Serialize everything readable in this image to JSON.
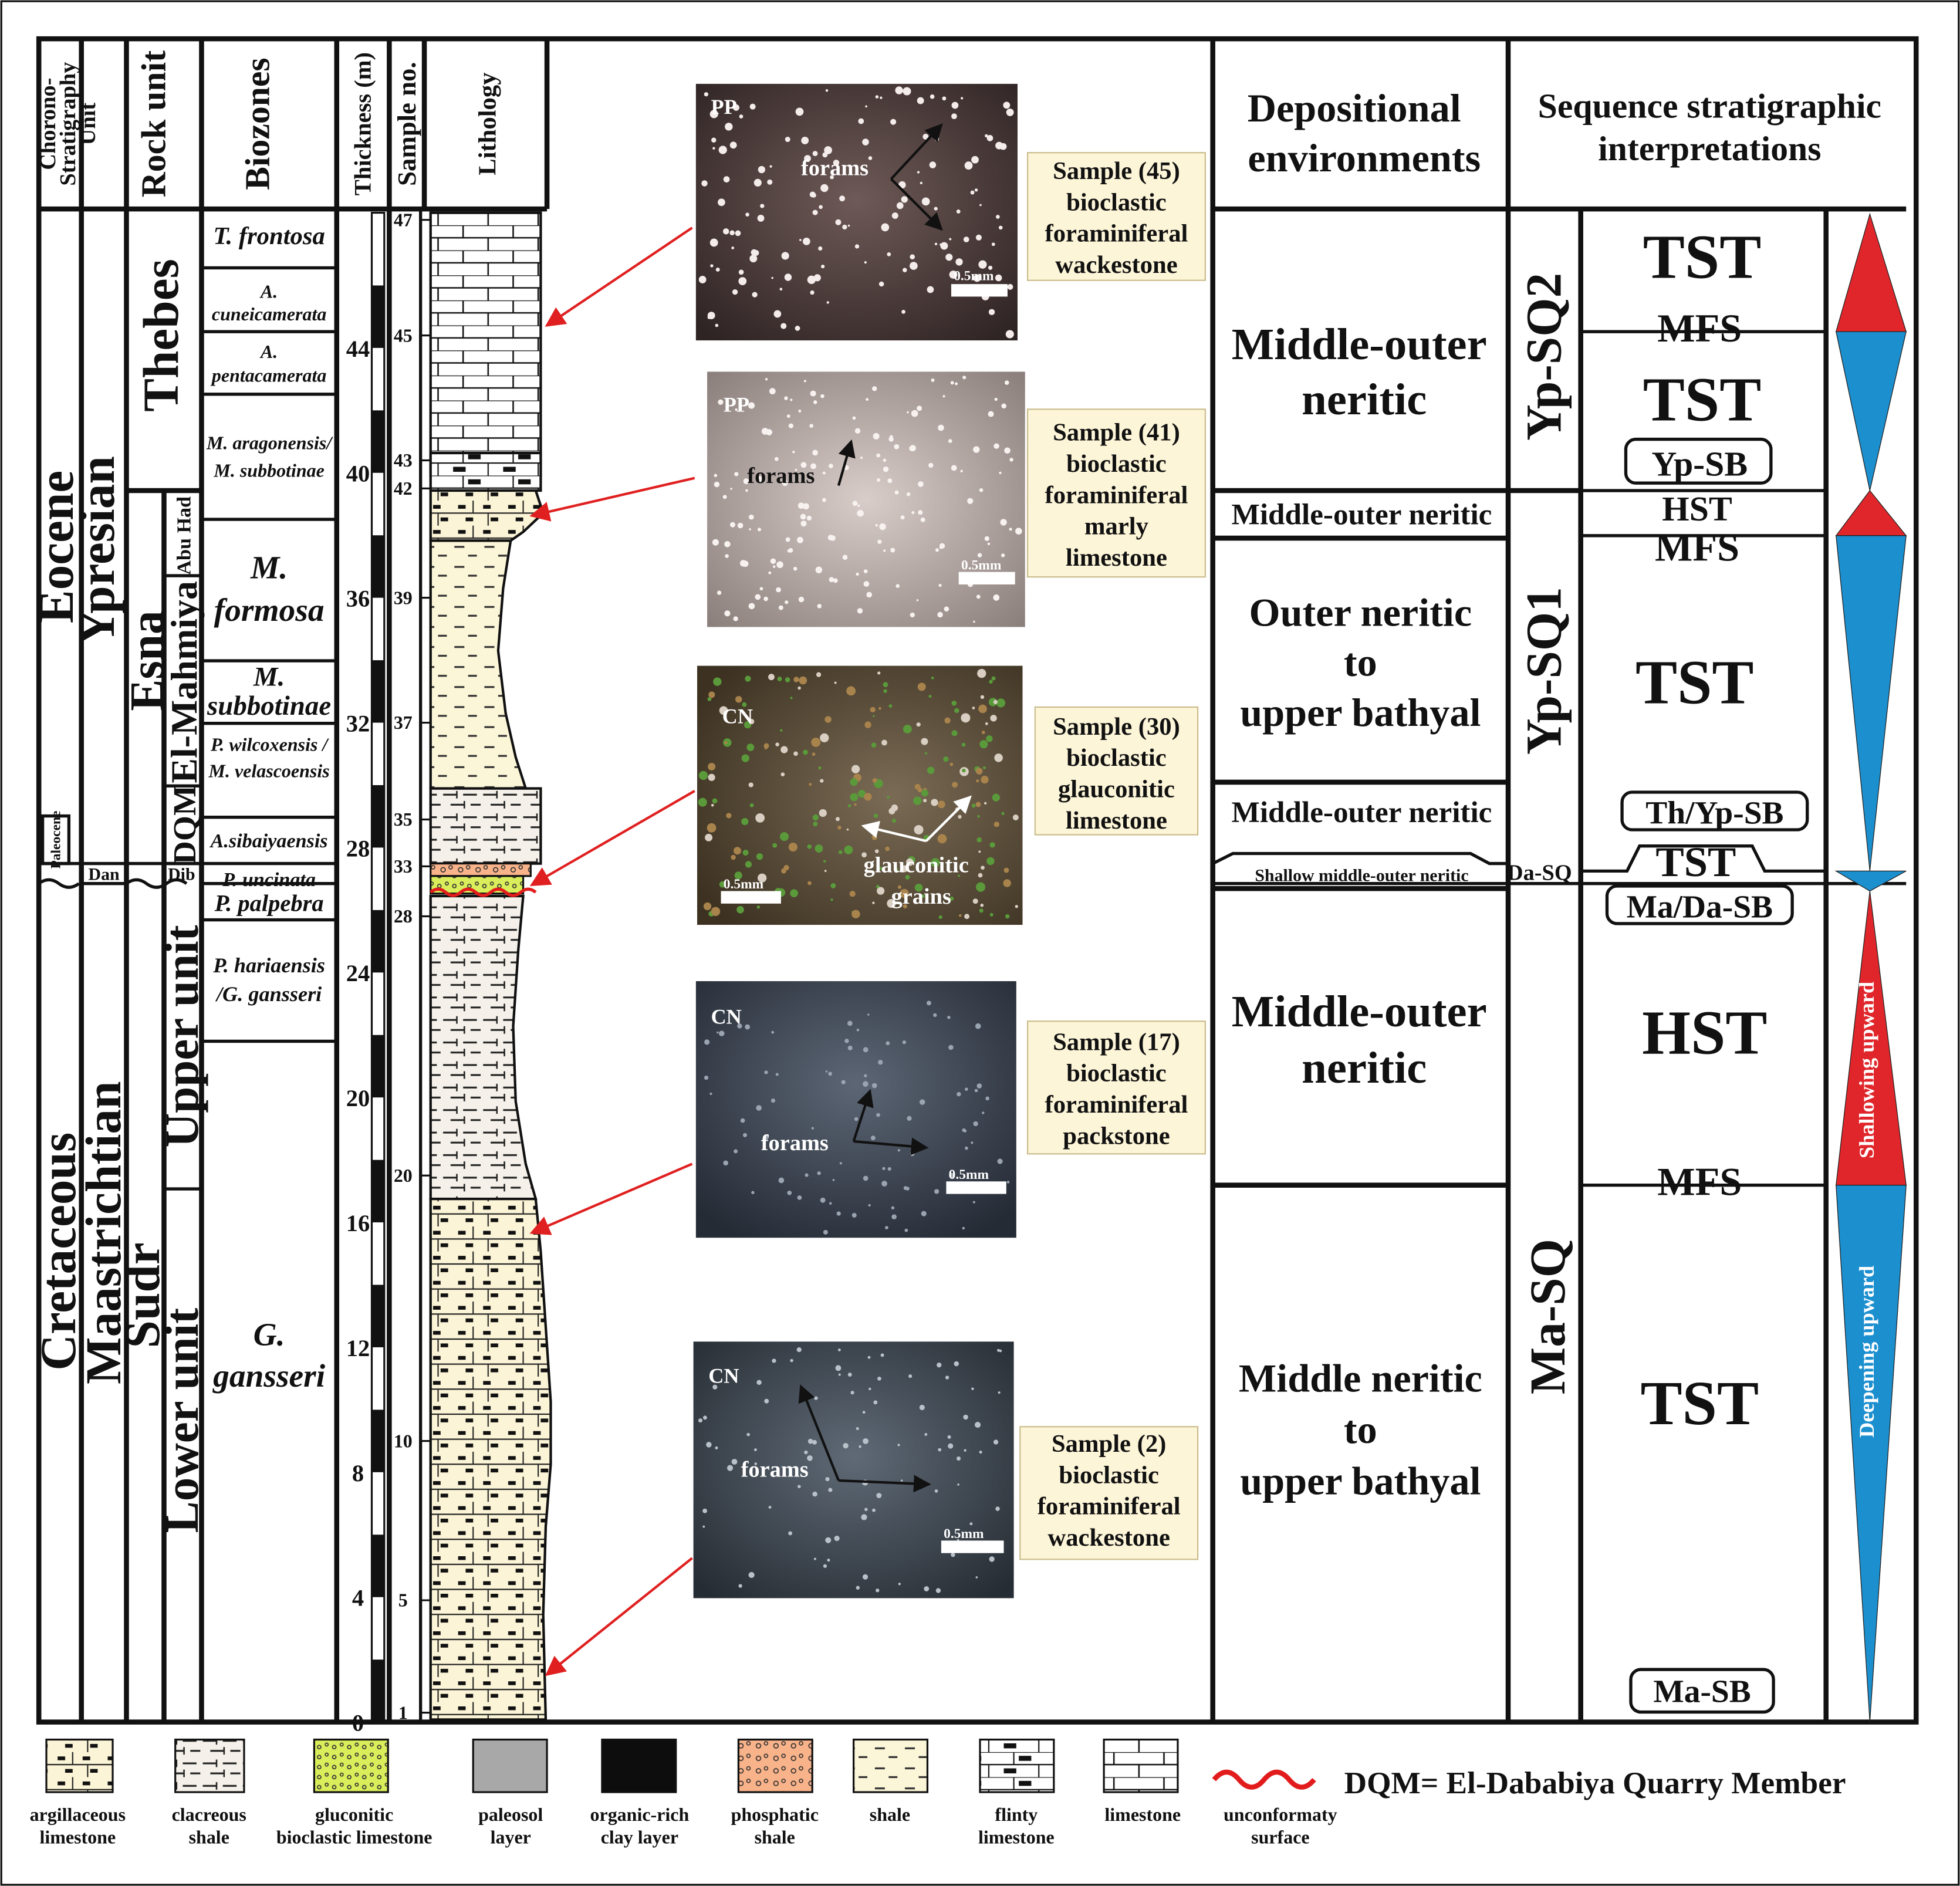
{
  "headers": {
    "chrono_1": "Chorono-",
    "chrono_2": "Stratigraphy",
    "chrono_3": "Unit",
    "rock_unit": "Rock unit",
    "biozones": "Biozones",
    "thickness": "Thickness (m)",
    "sample_no": "Sample no.",
    "lithology": "Lithology",
    "dep_env_1": "Depositional",
    "dep_env_2": "environments",
    "seq_1": "Sequence stratigraphic",
    "seq_2": "interpretations"
  },
  "chrono": {
    "eocene": "Eocene",
    "ypresian": "Ypresian",
    "cretaceous": "Cretaceous",
    "maastrichtian": "Maastrichtian",
    "paleocene": "Paleocene",
    "dan": "Dan",
    "dib": "Dib"
  },
  "rock": {
    "thebes": "Thebes",
    "esna": "Esna",
    "abu_had": "Abu Had",
    "el_mahmiya": "El-Mahmiya",
    "dqm": "DQM",
    "sudr": "Sudr",
    "upper_unit": "Upper unit",
    "lower_unit": "Lower unit"
  },
  "biozones": [
    {
      "line1": "T. frontosa"
    },
    {
      "line1": "A.",
      "line2": "cuneicamerata"
    },
    {
      "line1": "A.",
      "line2": "pentacamerata"
    },
    {
      "line1": "M. aragonensis/",
      "line2": "M. subbotinae"
    },
    {
      "line1": "M.",
      "line2": "formosa"
    },
    {
      "line1": "M.",
      "line2": "subbotinae"
    },
    {
      "line1": "P. wilcoxensis /",
      "line2": "M. velascoensis"
    },
    {
      "line1": "A.sibaiyaensis"
    },
    {
      "line1": "P. uncinata"
    },
    {
      "line1": "P. palpebra"
    },
    {
      "line1": "P. hariaensis",
      "line2": "/G. gansseri"
    },
    {
      "line1": "G.",
      "line2": "gansseri"
    }
  ],
  "thickness_ticks": [
    "0",
    "4",
    "8",
    "12",
    "16",
    "20",
    "24",
    "28",
    "32",
    "36",
    "40",
    "44"
  ],
  "sample_ticks": [
    "1",
    "5",
    "10",
    "20",
    "28",
    "33",
    "35",
    "37",
    "39",
    "42",
    "43",
    "45",
    "47"
  ],
  "photos": [
    {
      "mode": "PP",
      "label": "forams",
      "scale": "0.5mm"
    },
    {
      "mode": "PP",
      "label": "forams",
      "scale": "0.5mm"
    },
    {
      "mode": "CN",
      "label": "glauconitic",
      "label2": "grains",
      "scale": "0.5mm"
    },
    {
      "mode": "CN",
      "label": "forams",
      "scale": "0.5mm"
    },
    {
      "mode": "CN",
      "label": "forams",
      "scale": "0.5mm"
    }
  ],
  "samples": [
    {
      "l1": "Sample (45)",
      "l2": "bioclastic",
      "l3": "foraminiferal",
      "l4": "wackestone"
    },
    {
      "l1": "Sample (41)",
      "l2": "bioclastic",
      "l3": "foraminiferal",
      "l4": "marly",
      "l5": "limestone"
    },
    {
      "l1": "Sample (30)",
      "l2": "bioclastic",
      "l3": "glauconitic",
      "l4": "limestone"
    },
    {
      "l1": "Sample (17)",
      "l2": "bioclastic",
      "l3": "foraminiferal",
      "l4": "packstone"
    },
    {
      "l1": "Sample (2)",
      "l2": "bioclastic",
      "l3": "foraminiferal",
      "l4": "wackestone"
    }
  ],
  "environments": [
    {
      "l1": "Middle-outer",
      "l2": "neritic"
    },
    {
      "l1": "Middle-outer neritic"
    },
    {
      "l1": "Outer neritic",
      "l2": "to",
      "l3": "upper bathyal"
    },
    {
      "l1": "Middle-outer neritic"
    },
    {
      "l1": "Shallow middle-outer neritic"
    },
    {
      "l1": "Middle-outer",
      "l2": "neritic"
    },
    {
      "l1": "Middle neritic",
      "l2": "to",
      "l3": "upper bathyal"
    }
  ],
  "sequences": {
    "yp_sq2": "Yp-SQ2",
    "yp_sq1": "Yp-SQ1",
    "ma_sq": "Ma-SQ",
    "da_sq": "Da-SQ"
  },
  "tracts": [
    "TST",
    "MFS",
    "TST",
    "Yp-SB",
    "HST",
    "MFS",
    "TST",
    "Th/Yp-SB",
    "TST",
    "Ma/Da-SB",
    "HST",
    "MFS",
    "TST",
    "Ma-SB"
  ],
  "trends": {
    "shallowing": "Shallowing upward",
    "deepening": "Deepening upward"
  },
  "legend": [
    {
      "l1": "argillaceous",
      "l2": "limestone"
    },
    {
      "l1": "clacreous",
      "l2": "shale"
    },
    {
      "l1": "gluconitic",
      "l2": "bioclastic limestone"
    },
    {
      "l1": "paleosol",
      "l2": "layer"
    },
    {
      "l1": "organic-rich",
      "l2": "clay layer"
    },
    {
      "l1": "phosphatic",
      "l2": "shale"
    },
    {
      "l1": "shale"
    },
    {
      "l1": "flinty",
      "l2": "limestone"
    },
    {
      "l1": "limestone"
    },
    {
      "l1": "unconformaty",
      "l2": "surface"
    }
  ],
  "legend_note": "DQM= El-Dababiya Quarry Member",
  "colors": {
    "regressive": "#e0262a",
    "transgressive": "#1c8fcf",
    "unconformity": "#e21c1c",
    "caption_bg": "#fdf5d8"
  }
}
